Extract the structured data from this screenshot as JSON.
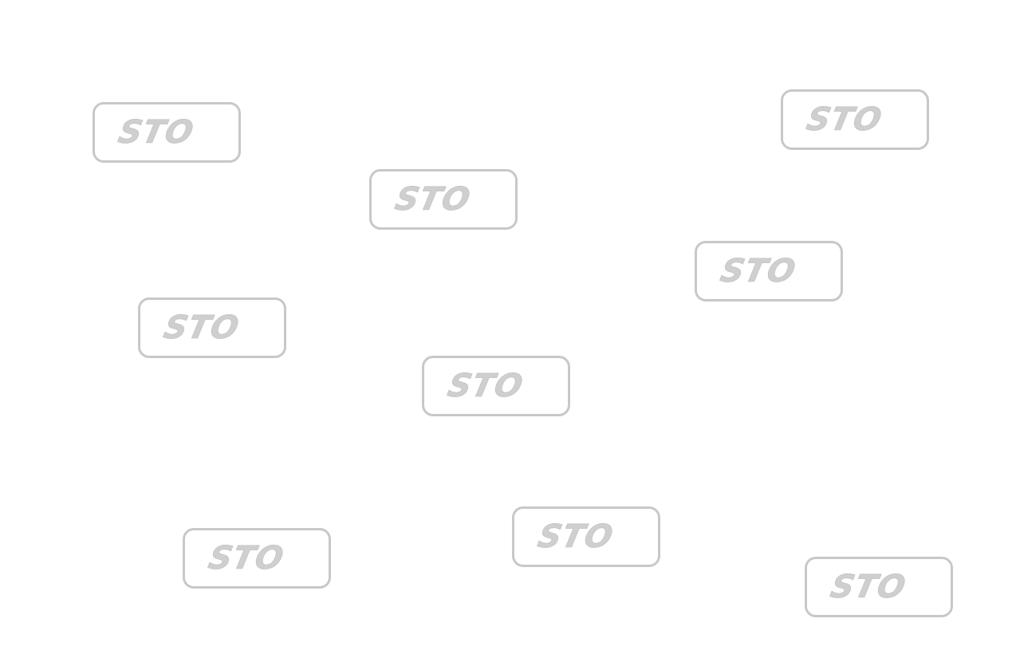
{
  "badges": [
    {
      "label": "STO"
    },
    {
      "label": "STO"
    },
    {
      "label": "STO"
    },
    {
      "label": "STO"
    },
    {
      "label": "STO"
    },
    {
      "label": "STO"
    },
    {
      "label": "STO"
    },
    {
      "label": "STO"
    },
    {
      "label": "STO"
    }
  ],
  "colors": {
    "background": "#ffffff",
    "badge_border": "#c8c8c8",
    "badge_text": "#cfcfcf"
  }
}
